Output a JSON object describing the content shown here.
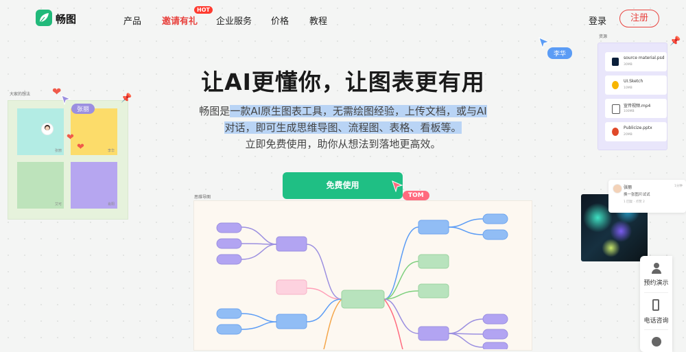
{
  "nav": {
    "logo": "畅图",
    "items": [
      "产品",
      "邀请有礼",
      "企业服务",
      "价格",
      "教程"
    ],
    "hot_badge": "HOT",
    "login": "登录",
    "register": "注册"
  },
  "hero": {
    "headline": "让AI更懂你，让图表更有用",
    "line1_pre": "畅图是",
    "line1_sel": "一款AI原生图表工具，无需绘图经验，上传文档，或与AI",
    "line2_sel": "对话，即可生成思维导图、流程图、表格、看板等。",
    "line3": "立即免费使用，助你从想法到落地更高效。",
    "cta": "免费使用"
  },
  "cursors": {
    "tom": "TOM",
    "lihua": "李华",
    "zhangli": "张丽"
  },
  "board": {
    "label": "大家的想法",
    "names": [
      "张丽",
      "李华",
      "艾可",
      "肖阳"
    ]
  },
  "mindmap": {
    "label": "思维导图"
  },
  "files": {
    "label": "资源",
    "items": [
      {
        "name": "source material.psd",
        "size": "30MB"
      },
      {
        "name": "UI.Sketch",
        "size": "10MB"
      },
      {
        "name": "宣传视频.mp4",
        "size": "100MB"
      },
      {
        "name": "Publicize.pptx",
        "size": "20MB"
      }
    ]
  },
  "comment": {
    "author": "张丽",
    "time": "1分钟",
    "text": "换一张图片试试",
    "actions": "1 回复 · 点赞 2"
  },
  "sidebar": {
    "items": [
      "预约演示",
      "电话咨询"
    ]
  },
  "colors": {
    "brand": "#21b97a",
    "accent": "#e8433f",
    "cta": "#1fbf84"
  }
}
